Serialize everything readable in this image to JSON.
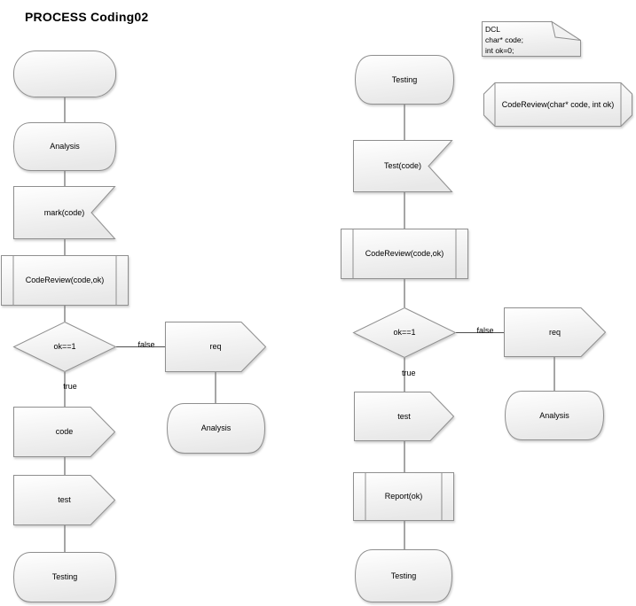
{
  "title": "PROCESS Coding02",
  "colors": {
    "shape_border": "#8f8f8f",
    "shape_fill_top": "#ffffff",
    "shape_fill_bottom": "#e9e9e9",
    "connector": "#4d4d4d",
    "text": "#000000"
  },
  "left": {
    "start": "",
    "state_analysis": "Analysis",
    "input_mark": "mark(code)",
    "proc_codereview": "CodeReview(code,ok)",
    "decision": "ok==1",
    "label_true": "true",
    "label_false": "false",
    "output_req": "req",
    "state_analysis_return": "Analysis",
    "output_code": "code",
    "output_test": "test",
    "state_testing": "Testing"
  },
  "right": {
    "state_testing": "Testing",
    "input_test": "Test(code)",
    "proc_codereview": "CodeReview(code,ok)",
    "decision": "ok==1",
    "label_true": "true",
    "label_false": "false",
    "output_req": "req",
    "state_analysis_return": "Analysis",
    "output_test": "test",
    "proc_report": "Report(ok)",
    "state_testing_end": "Testing"
  },
  "declarations": {
    "note_lines": [
      "DCL",
      "char* code;",
      "int ok=0;"
    ],
    "procedure": "CodeReview(char* code, int ok)"
  }
}
